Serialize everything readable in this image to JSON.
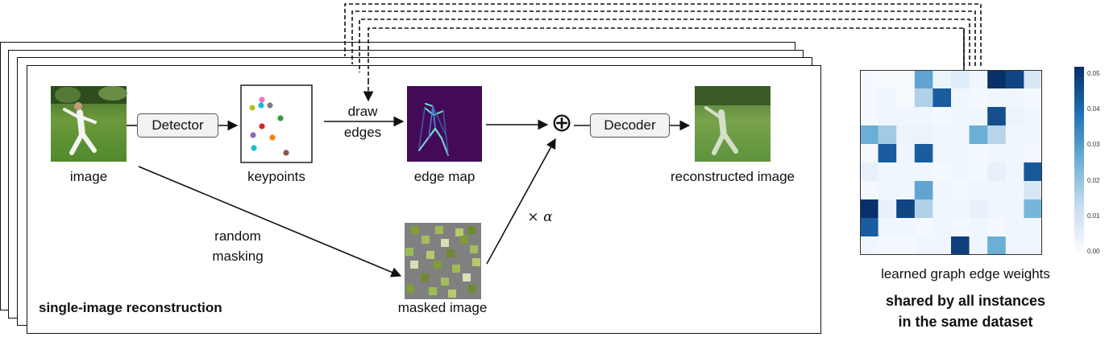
{
  "pipeline": {
    "image_label": "image",
    "detector_label": "Detector",
    "keypoints_label": "keypoints",
    "draw_edges_line1": "draw",
    "draw_edges_line2": "edges",
    "edge_map_label": "edge map",
    "decoder_label": "Decoder",
    "reconstructed_label": "reconstructed image",
    "random_masking_line1": "random",
    "random_masking_line2": "masking",
    "masked_image_label": "masked image",
    "alpha_label": "× α",
    "plus_symbol": "⊕",
    "panel_title": "single-image reconstruction"
  },
  "heatmap": {
    "caption": "learned graph edge weights",
    "shared_line1": "shared by all instances",
    "shared_line2": "in the same dataset",
    "colorbar_ticks": [
      "0.05",
      "0.04",
      "0.03",
      "0.02",
      "0.01",
      "0.00"
    ],
    "colorbar_range": [
      0.0,
      0.052
    ],
    "values": [
      [
        0.001,
        0.0,
        0.0,
        0.028,
        0.003,
        0.006,
        0.002,
        0.052,
        0.048,
        0.008
      ],
      [
        0.001,
        0.002,
        0.0,
        0.016,
        0.043,
        0.002,
        0.001,
        0.002,
        0.002,
        0.001
      ],
      [
        0.001,
        0.002,
        0.002,
        0.002,
        0.001,
        0.002,
        0.002,
        0.046,
        0.003,
        0.002
      ],
      [
        0.026,
        0.018,
        0.003,
        0.003,
        0.002,
        0.002,
        0.026,
        0.015,
        0.002,
        0.002
      ],
      [
        0.001,
        0.043,
        0.002,
        0.043,
        0.002,
        0.002,
        0.001,
        0.002,
        0.002,
        0.001
      ],
      [
        0.004,
        0.002,
        0.002,
        0.002,
        0.001,
        0.002,
        0.001,
        0.004,
        0.002,
        0.044
      ],
      [
        0.001,
        0.002,
        0.002,
        0.028,
        0.002,
        0.001,
        0.002,
        0.002,
        0.002,
        0.008
      ],
      [
        0.052,
        0.004,
        0.048,
        0.016,
        0.002,
        0.002,
        0.004,
        0.002,
        0.002,
        0.024
      ],
      [
        0.043,
        0.002,
        0.002,
        0.001,
        0.002,
        0.001,
        0.002,
        0.001,
        0.002,
        0.002
      ],
      [
        0.002,
        0.001,
        0.001,
        0.002,
        0.002,
        0.049,
        0.002,
        0.026,
        0.002,
        0.002
      ]
    ]
  },
  "keypoint_colors": [
    "#e377c2",
    "#bcbd22",
    "#17becf",
    "#7f7f7f",
    "#2ca02c",
    "#d62728",
    "#9467bd",
    "#ff7f0e",
    "#17becf",
    "#8c564b"
  ]
}
